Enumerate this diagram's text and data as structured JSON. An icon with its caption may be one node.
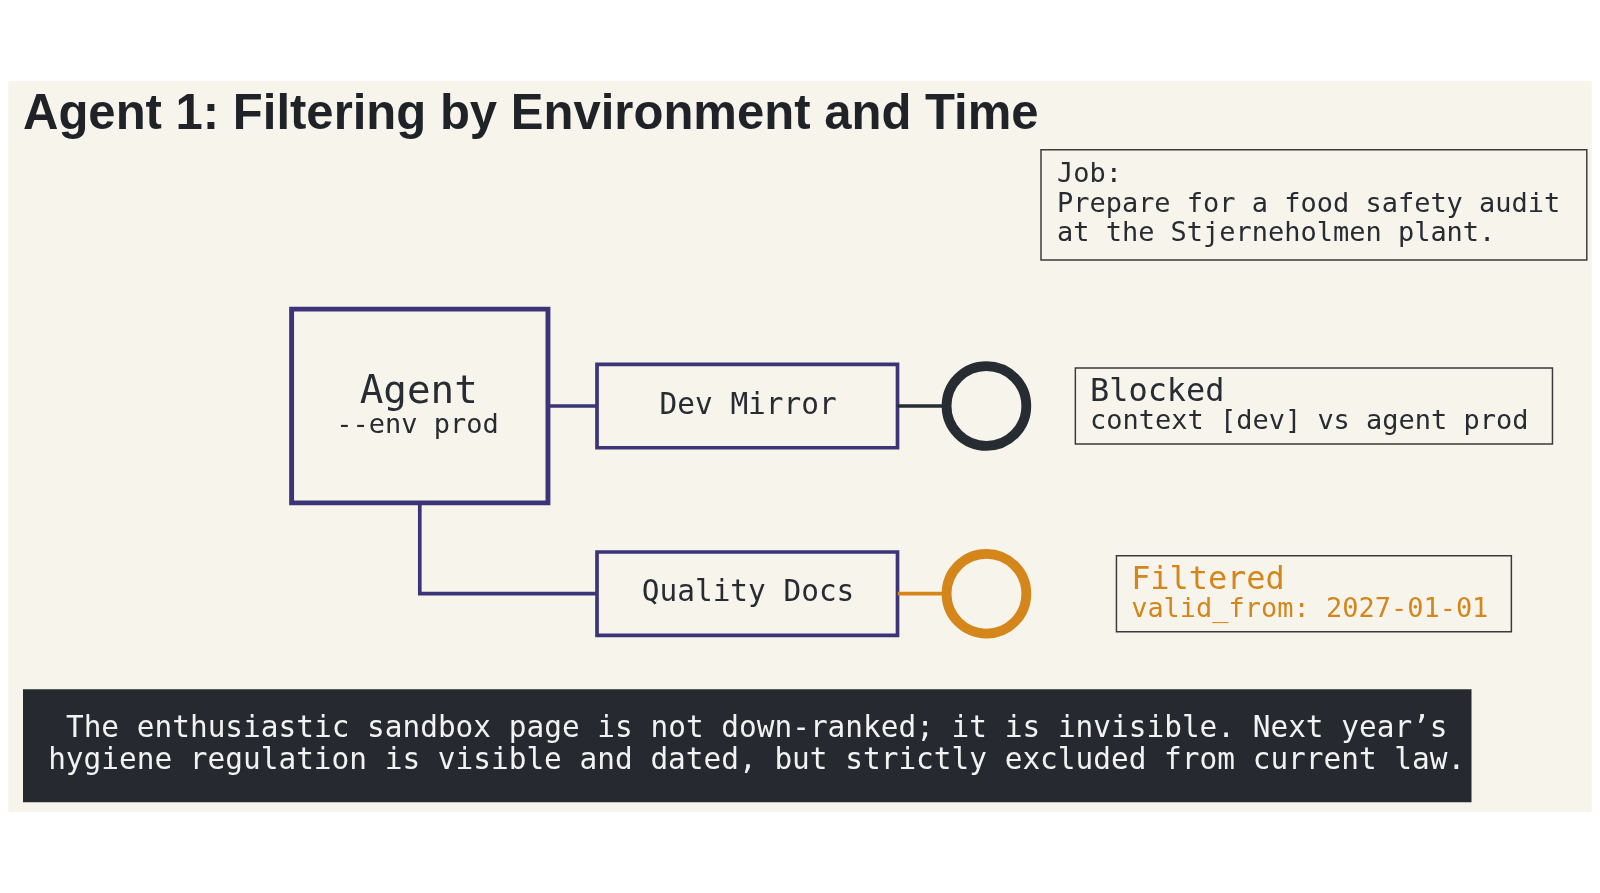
{
  "diagram": {
    "title": "Agent 1: Filtering by Environment and Time",
    "caption": "The enthusiastic sandbox page is not down-ranked; it is invisible. Next year’s hygiene regulation is visible and dated, but strictly excluded from current law.",
    "nodes": [
      {
        "text": [
          "Job:",
          "Prepare for a food safety audit at the Stjerneholmen plant."
        ]
      },
      {
        "text": [
          "Agent",
          "--env prod"
        ]
      },
      {
        "text": [
          "Dev Mirror"
        ]
      },
      {
        "text": [],
        "shape": "circle"
      },
      {
        "text": [
          "Blocked",
          "context [dev] vs agent prod"
        ]
      },
      {
        "text": [
          "Quality Docs"
        ]
      },
      {
        "text": [],
        "shape": "circle"
      },
      {
        "text": [
          "Filtered",
          "valid_from: 2027-01-01"
        ]
      }
    ],
    "edges": [
      {
        "from": 1,
        "to": 2,
        "arrow": "none"
      },
      {
        "from": 1,
        "to": 5,
        "arrow": "none"
      },
      {
        "from": 2,
        "to": 3,
        "arrow": "none",
        "color": "#272c33"
      },
      {
        "from": 5,
        "to": 6,
        "arrow": "none",
        "color": "#d4861a"
      }
    ]
  }
}
